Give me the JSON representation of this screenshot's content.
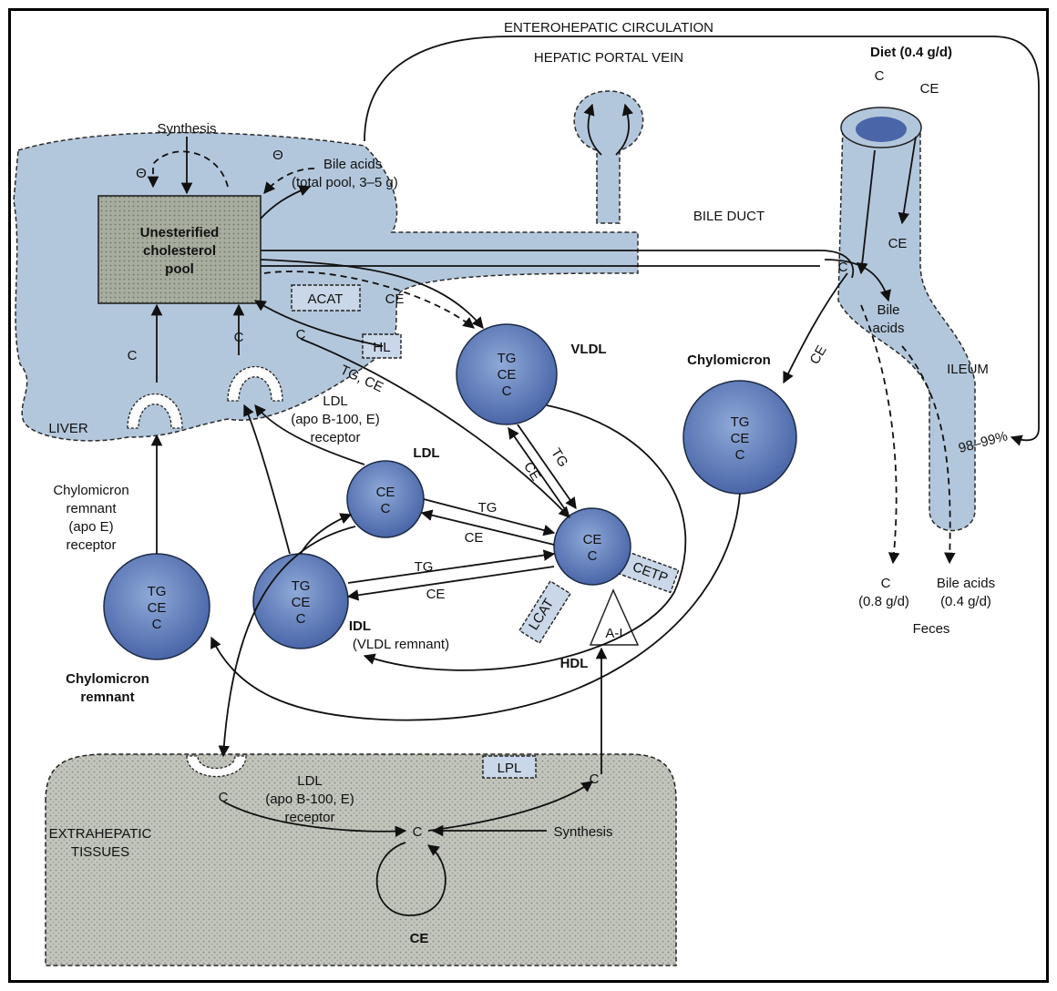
{
  "title": "ENTEROHEPATIC CIRCULATION",
  "regions": {
    "hepatic_portal_vein": "HEPATIC PORTAL VEIN",
    "bile_duct": "BILE DUCT",
    "liver": "LIVER",
    "ileum": "ILEUM",
    "extrahepatic": [
      "EXTRAHEPATIC",
      "TISSUES"
    ]
  },
  "liver": {
    "synthesis": "Synthesis",
    "pool": [
      "Unesterified",
      "cholesterol",
      "pool"
    ],
    "bile_acids": [
      "Bile acids",
      "(total pool, 3–5 g)"
    ],
    "inhibit_symbol": "Θ",
    "acat": "ACAT",
    "hl": "HL",
    "ce": "CE",
    "c": "C",
    "tg_ce": "TG, CE"
  },
  "receptors": {
    "ldl_liver": [
      "LDL",
      "(apo B-100, E)",
      "receptor"
    ],
    "chylo_remnant": [
      "Chylomicron",
      "remnant",
      "(apo E)",
      "receptor"
    ],
    "ldl_tissue": [
      "LDL",
      "(apo B-100, E)",
      "receptor"
    ]
  },
  "particles": {
    "vldl": {
      "name": "VLDL",
      "contents": [
        "TG",
        "CE",
        "C"
      ]
    },
    "ldl": {
      "name": "LDL",
      "contents": [
        "CE",
        "C"
      ]
    },
    "hdl": {
      "name": "HDL",
      "contents": [
        "CE",
        "C"
      ]
    },
    "idl": {
      "name": "IDL",
      "sub": "(VLDL remnant)",
      "contents": [
        "TG",
        "CE",
        "C"
      ]
    },
    "chylomicron": {
      "name": "Chylomicron",
      "contents": [
        "TG",
        "CE",
        "C"
      ]
    },
    "chylo_remnant": {
      "name": [
        "Chylomicron",
        "remnant"
      ],
      "contents": [
        "TG",
        "CE",
        "C"
      ]
    }
  },
  "exchanges": {
    "tg": "TG",
    "ce": "CE"
  },
  "enzymes": {
    "lcat": "LCAT",
    "cetp": "CETP",
    "a1": "A-I",
    "lpl": "LPL"
  },
  "intestine": {
    "diet": "Diet (0.4 g/d)",
    "c": "C",
    "ce": "CE",
    "bile_acids": [
      "Bile",
      "acids"
    ],
    "reabsorb": "98–99%"
  },
  "feces": {
    "c_label": "C",
    "c_amount": "(0.8 g/d)",
    "bile_label": "Bile acids",
    "bile_amount": "(0.4 g/d)",
    "title": "Feces"
  },
  "tissues": {
    "c": "C",
    "ce": "CE",
    "synthesis": "Synthesis"
  },
  "colors": {
    "liver": "#b3c7dc",
    "particle_light": "#8fa9d8",
    "particle_dark": "#3f5f9f",
    "pool": "#9aa193",
    "enzyme": "#c9d7e8"
  }
}
